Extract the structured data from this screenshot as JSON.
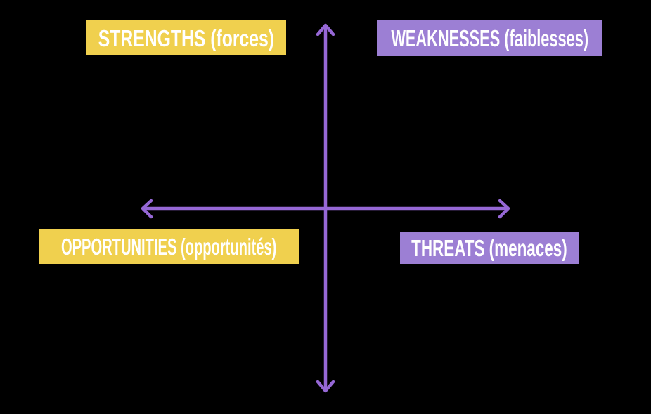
{
  "diagram": {
    "type": "swot-quadrant",
    "background": "#000000",
    "text_color": "#FFFFFF",
    "axes": {
      "color": "#9668D6",
      "vertical_arrow": "double-headed, top and bottom",
      "horizontal_arrow": "double-headed, left and right"
    },
    "quadrants": [
      {
        "key": "strengths",
        "text": "STRENGTHS (forces)",
        "bg": "#F0D04E",
        "position": "top-left"
      },
      {
        "key": "weaknesses",
        "text": "WEAKNESSES (faiblesses)",
        "bg": "#9C7FD4",
        "position": "top-right"
      },
      {
        "key": "opportunities",
        "text": "OPPORTUNITIES (opportunités)",
        "bg": "#F0D04E",
        "position": "bottom-left"
      },
      {
        "key": "threats",
        "text": "THREATS (menaces)",
        "bg": "#9C7FD4",
        "position": "bottom-right"
      }
    ]
  }
}
